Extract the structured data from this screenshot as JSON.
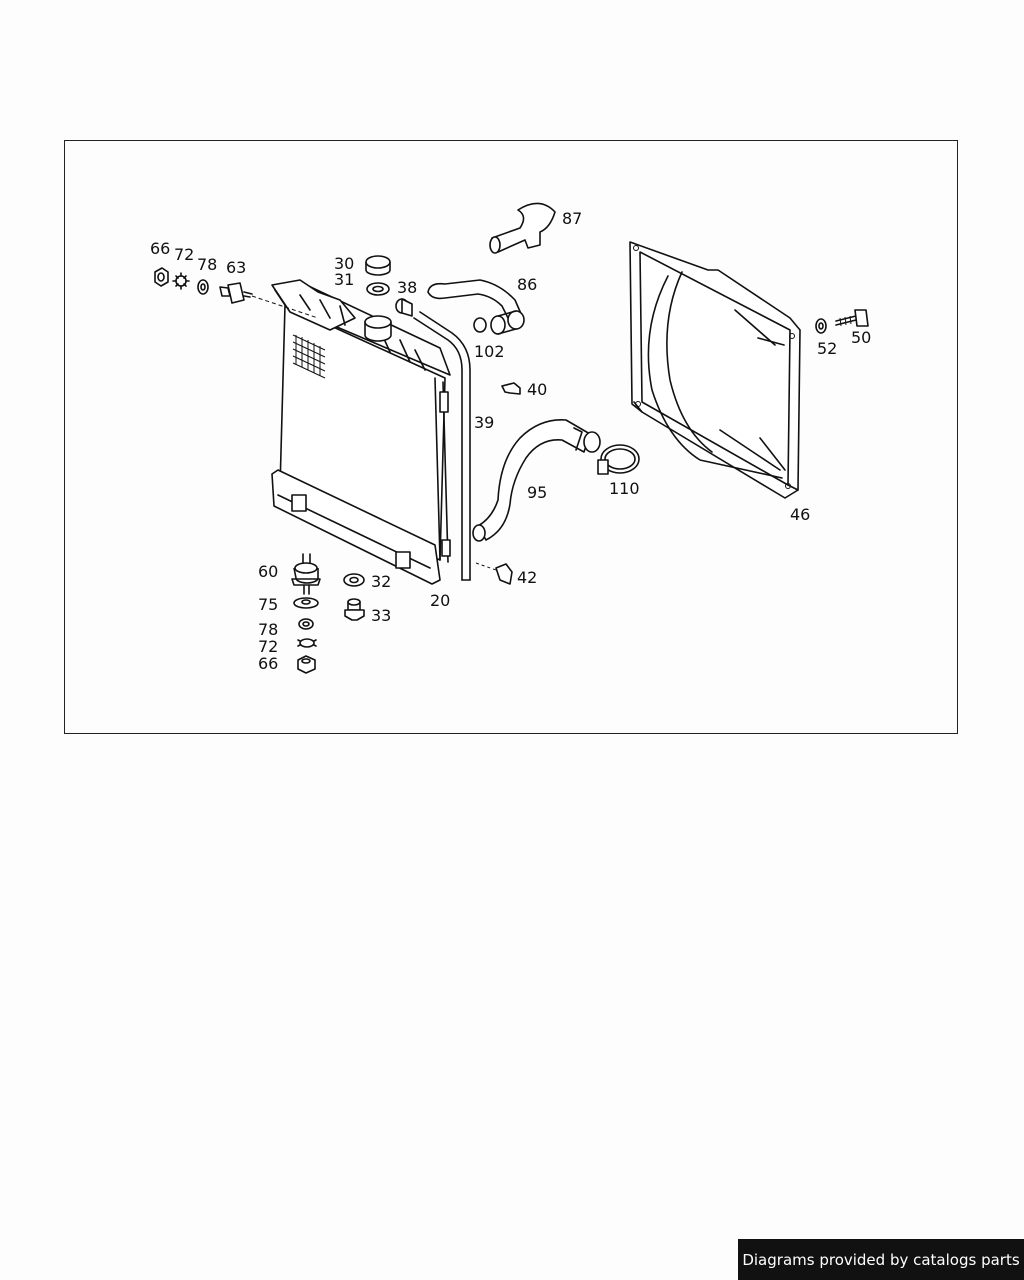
{
  "diagram": {
    "callouts": {
      "c87": "87",
      "c86": "86",
      "c102": "102",
      "c40": "40",
      "c39": "39",
      "c95": "95",
      "c110": "110",
      "c46": "46",
      "c52": "52",
      "c50": "50",
      "c66a": "66",
      "c72a": "72",
      "c78a": "78",
      "c63": "63",
      "c30": "30",
      "c31": "31",
      "c38": "38",
      "c60": "60",
      "c75": "75",
      "c78b": "78",
      "c72b": "72",
      "c66b": "66",
      "c32": "32",
      "c33": "33",
      "c20": "20",
      "c42": "42"
    }
  },
  "footer": {
    "text": "Diagrams provided by catalogs parts"
  }
}
